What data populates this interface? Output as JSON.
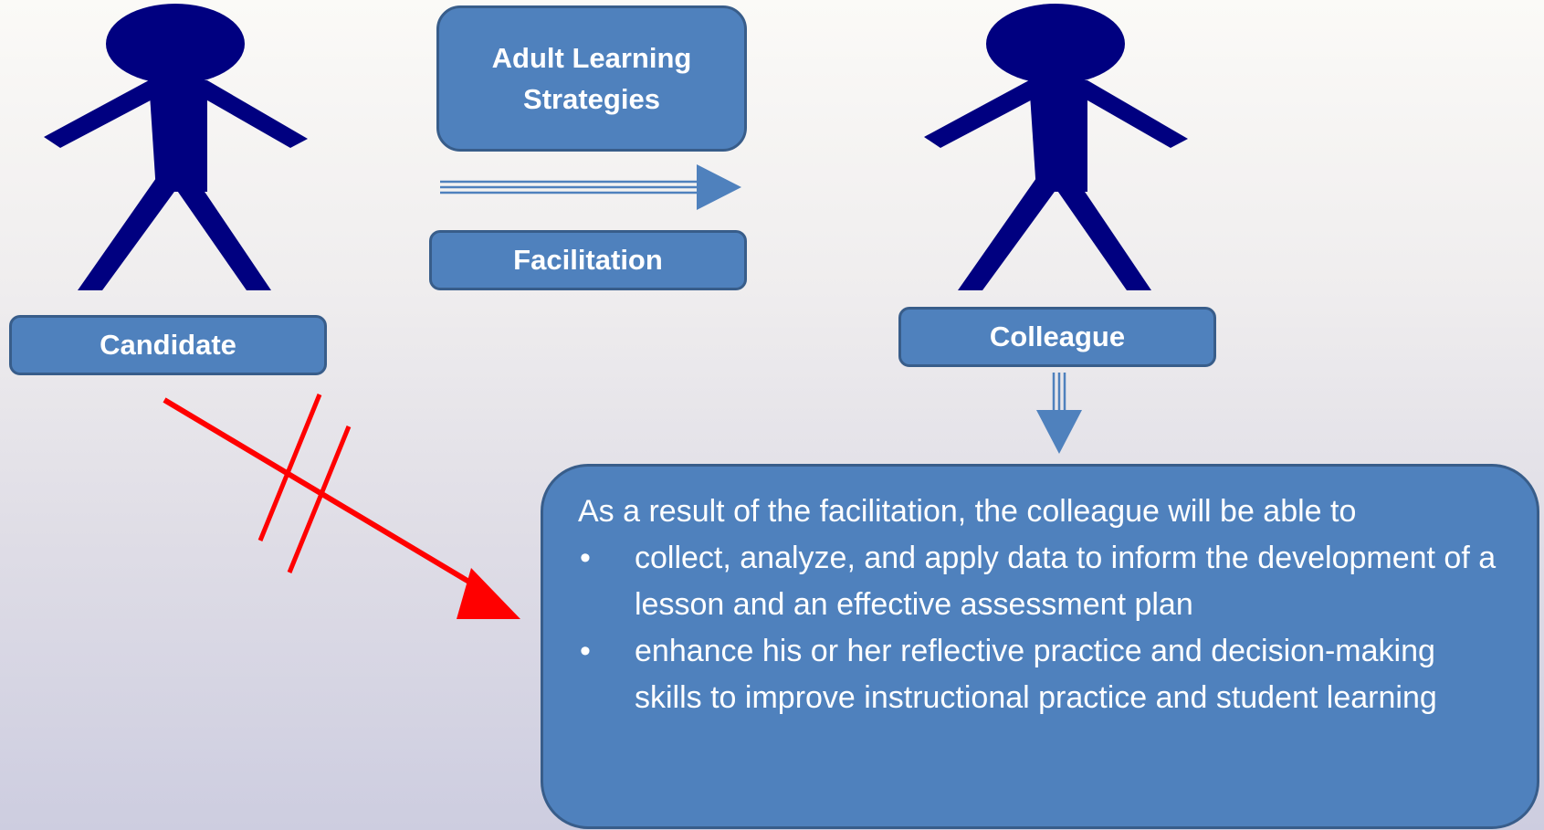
{
  "diagram": {
    "strategies_label": "Adult Learning Strategies",
    "facilitation_label": "Facilitation",
    "candidate_label": "Candidate",
    "colleague_label": "Colleague"
  },
  "outcome": {
    "intro": "As a result of the facilitation, the colleague will be able to",
    "items": [
      {
        "bullet": "•",
        "text": "collect, analyze, and apply data to inform the development of a lesson and an effective assessment plan"
      },
      {
        "bullet": "•",
        "text": "enhance his or her reflective practice and decision-making skills to improve instructional practice and student learning"
      }
    ]
  },
  "colors": {
    "figure": "#000080",
    "box_fill": "#4f81bd",
    "box_border": "#385d8a",
    "blocked_arrow": "#ff0000"
  },
  "icons": {
    "candidate_figure": "person-stick-figure",
    "colleague_figure": "person-stick-figure",
    "flow_right": "double-line-arrow-right",
    "flow_down": "double-line-arrow-down",
    "blocked": "crossed-out-arrow"
  }
}
